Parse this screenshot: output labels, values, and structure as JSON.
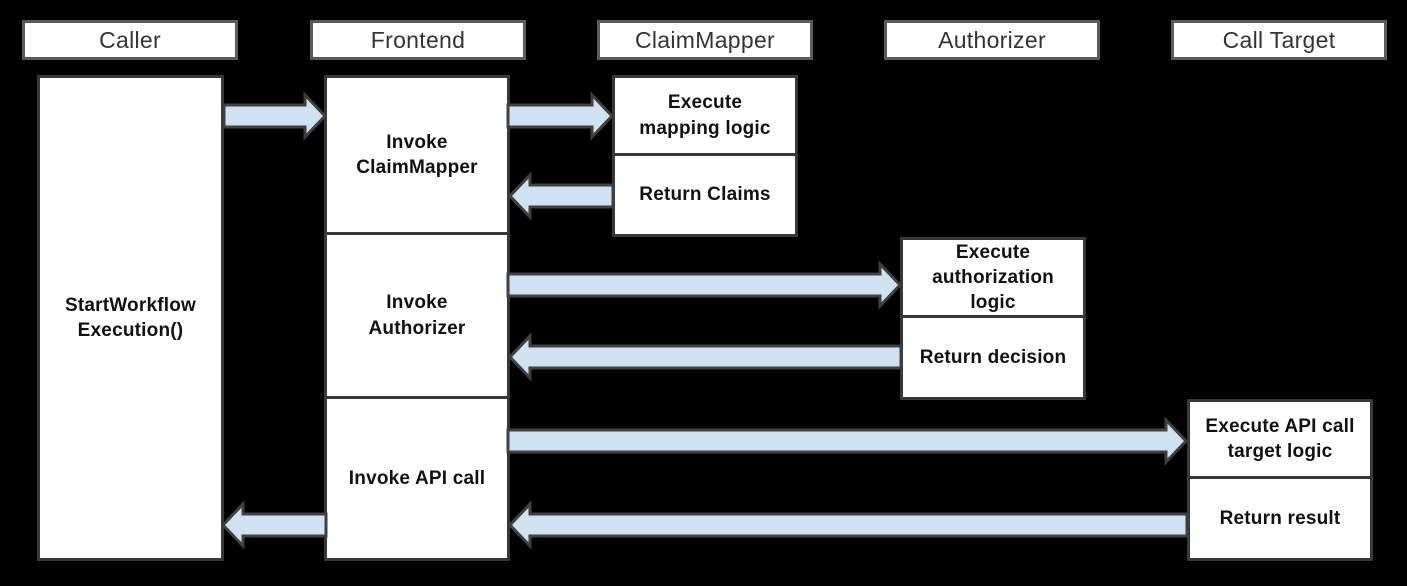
{
  "diagram": {
    "lanes": [
      {
        "id": "caller",
        "label": "Caller",
        "boxes": [
          {
            "label": "StartWorkflow\nExecution()"
          }
        ]
      },
      {
        "id": "frontend",
        "label": "Frontend",
        "boxes": [
          {
            "label": "Invoke\nClaimMapper"
          },
          {
            "label": "Invoke\nAuthorizer"
          },
          {
            "label": "Invoke API call"
          }
        ]
      },
      {
        "id": "claimmapper",
        "label": "ClaimMapper",
        "boxes": [
          {
            "label": "Execute\nmapping logic"
          },
          {
            "label": "Return Claims"
          }
        ]
      },
      {
        "id": "authorizer",
        "label": "Authorizer",
        "boxes": [
          {
            "label": "Execute\nauthorization\nlogic"
          },
          {
            "label": "Return decision"
          }
        ]
      },
      {
        "id": "calltarget",
        "label": "Call Target",
        "boxes": [
          {
            "label": "Execute API call\ntarget logic"
          },
          {
            "label": "Return result"
          }
        ]
      }
    ],
    "flows": [
      {
        "from": "Caller",
        "to": "Frontend",
        "direction": "right"
      },
      {
        "from": "Frontend",
        "to": "ClaimMapper",
        "direction": "right"
      },
      {
        "from": "ClaimMapper",
        "to": "Frontend",
        "direction": "left"
      },
      {
        "from": "Frontend",
        "to": "Authorizer",
        "direction": "right"
      },
      {
        "from": "Authorizer",
        "to": "Frontend",
        "direction": "left"
      },
      {
        "from": "Frontend",
        "to": "Call Target",
        "direction": "right"
      },
      {
        "from": "Call Target",
        "to": "Frontend",
        "direction": "left"
      },
      {
        "from": "Frontend",
        "to": "Caller",
        "direction": "left"
      }
    ],
    "colors": {
      "background": "#000000",
      "box_fill": "#ffffff",
      "box_border": "#383838",
      "header_border": "#5c5c5c",
      "arrow_fill": "#cfe2f3",
      "arrow_stroke": "#404040",
      "header_text": "#333333",
      "body_text": "#111111"
    }
  }
}
